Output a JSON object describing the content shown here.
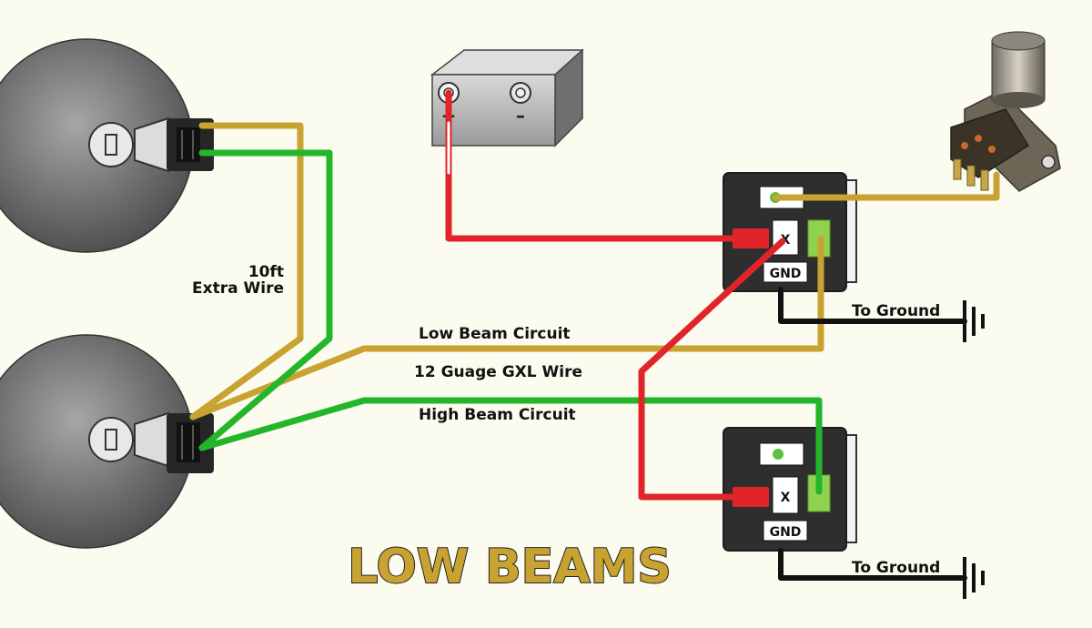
{
  "title": "LOW BEAMS",
  "labels": {
    "extra_wire_line1": "10ft",
    "extra_wire_line2": "Extra Wire",
    "low_beam_circuit": "Low Beam Circuit",
    "wire_gauge": "12 Guage GXL Wire",
    "high_beam_circuit": "High Beam Circuit",
    "to_ground_top": "To Ground",
    "to_ground_bottom": "To Ground"
  },
  "battery": {
    "terminal_left": "+",
    "terminal_right": "–"
  },
  "relays": [
    {
      "pin_x": "X",
      "pin_gnd": "GND"
    },
    {
      "pin_x": "X",
      "pin_gnd": "GND"
    }
  ],
  "colors": {
    "background": "#fbfbef",
    "low_beam_wire": "#c9a331",
    "high_beam_wire": "#23b52a",
    "power_wire": "#e0242a",
    "ground_wire": "#111111",
    "title": "#c9a331"
  }
}
